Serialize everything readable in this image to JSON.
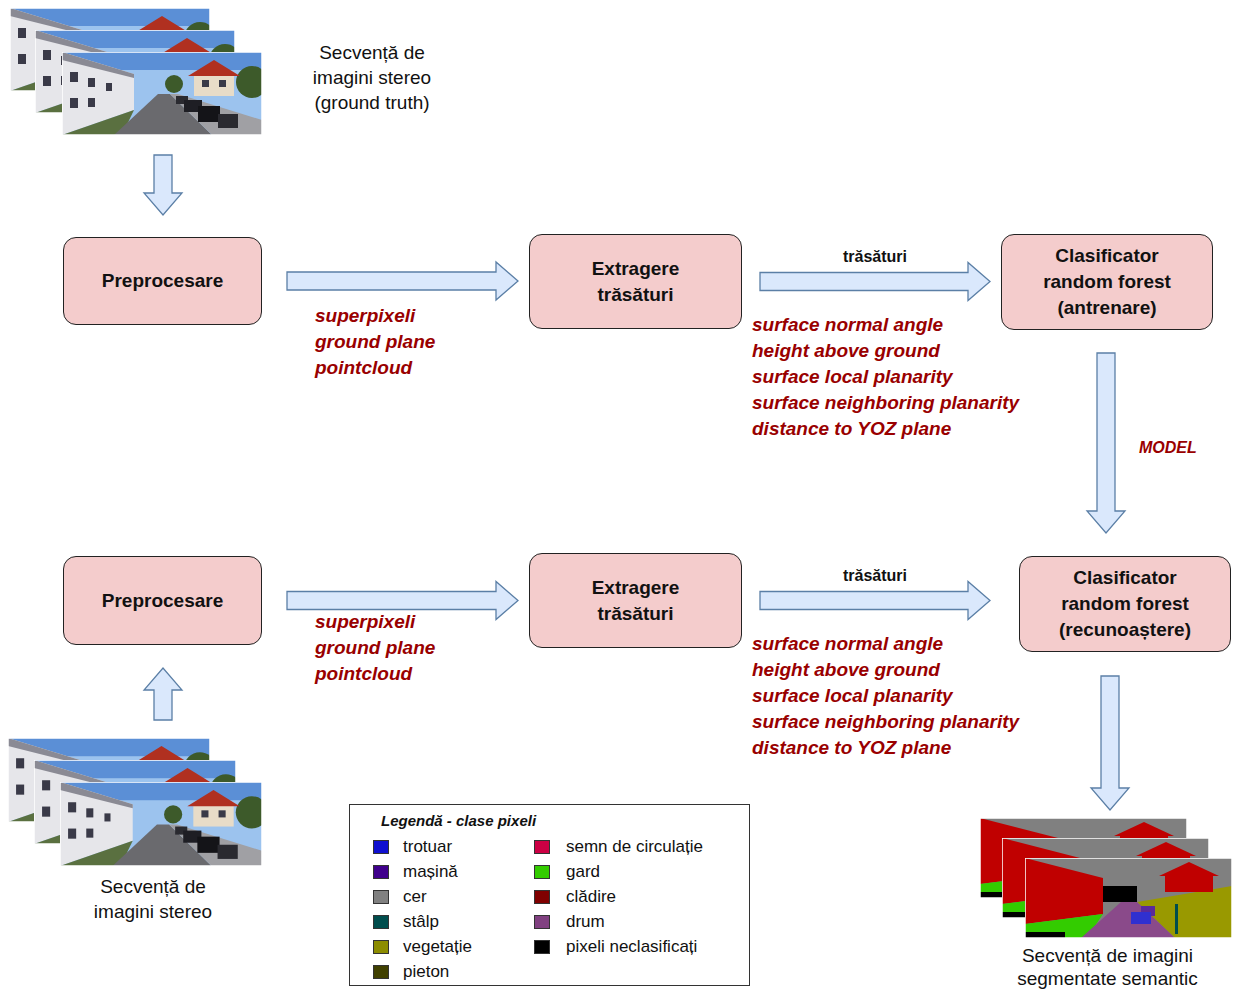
{
  "diagram": {
    "nodes": [
      {
        "text": [
          "Secvență de imagini stereo (ground truth)"
        ]
      },
      {
        "text": [
          "Preprocesare"
        ]
      },
      {
        "text": [
          "Extragere trăsături"
        ]
      },
      {
        "text": [
          "Clasificator random forest (antrenare)"
        ]
      },
      {
        "text": [
          "Preprocesare"
        ]
      },
      {
        "text": [
          "Extragere trăsături"
        ]
      },
      {
        "text": [
          "Clasificator random forest (recunoaștere)"
        ]
      },
      {
        "text": [
          "Secvență de imagini stereo"
        ]
      },
      {
        "text": [
          "Secvență de imagini segmentate semantic"
        ]
      }
    ],
    "edges": [
      {
        "from": 0,
        "to": 1,
        "arrow": "to"
      },
      {
        "from": 1,
        "to": 2,
        "arrow": "to"
      },
      {
        "from": 2,
        "to": 3,
        "label": "trăsături",
        "arrow": "to"
      },
      {
        "from": 3,
        "to": 6,
        "label": "MODEL",
        "arrow": "to"
      },
      {
        "from": 7,
        "to": 4,
        "arrow": "to"
      },
      {
        "from": 4,
        "to": 5,
        "arrow": "to"
      },
      {
        "from": 5,
        "to": 6,
        "label": "trăsături",
        "arrow": "to"
      },
      {
        "from": 6,
        "to": 8,
        "arrow": "to"
      }
    ],
    "labels": [
      "superpixeli",
      "ground plane",
      "pointcloud",
      "surface normal angle",
      "height above ground",
      "surface local planarity",
      "surface neighboring planarity",
      "distance to YOZ plane",
      "superpixeli",
      "ground plane",
      "pointcloud",
      "surface normal angle",
      "height above ground",
      "surface local planarity",
      "surface neighboring planarity",
      "distance to YOZ plane",
      "Legendă - clase pixeli"
    ],
    "legend": [
      {
        "text": "trotuar",
        "color": "#1010d0"
      },
      {
        "text": "mașină",
        "color": "#40008c"
      },
      {
        "text": "cer",
        "color": "#808080"
      },
      {
        "text": "stâlp",
        "color": "#004d4d"
      },
      {
        "text": "vegetație",
        "color": "#8c8c00"
      },
      {
        "text": "pieton",
        "color": "#404000"
      },
      {
        "text": "semn de circulație",
        "color": "#cc0044"
      },
      {
        "text": "gard",
        "color": "#33cc00"
      },
      {
        "text": "clădire",
        "color": "#800000"
      },
      {
        "text": "drum",
        "color": "#804080"
      },
      {
        "text": "pixeli neclasificați",
        "color": "#000000"
      }
    ]
  }
}
